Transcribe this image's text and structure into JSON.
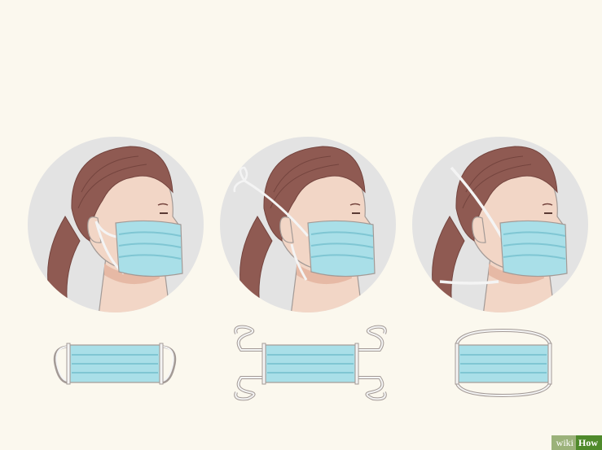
{
  "scene": {
    "description_colors": {
      "background": "#fbf8ee",
      "circle": "#e3e3e3",
      "skin": "#f2d6c6",
      "skin_shadow": "#e6b9a5",
      "hair": "#8f5a52",
      "hair_dark": "#74443e",
      "mask": "#a9dfe8",
      "mask_pleat": "#7fc6d3",
      "strap": "#f4f4f4",
      "outline": "#a39a96"
    },
    "panels": [
      {
        "mask_type": "ear-loop"
      },
      {
        "mask_type": "tie-on"
      },
      {
        "mask_type": "elastic-band"
      }
    ]
  },
  "watermark": {
    "part1": "wiki",
    "part2": "How"
  }
}
